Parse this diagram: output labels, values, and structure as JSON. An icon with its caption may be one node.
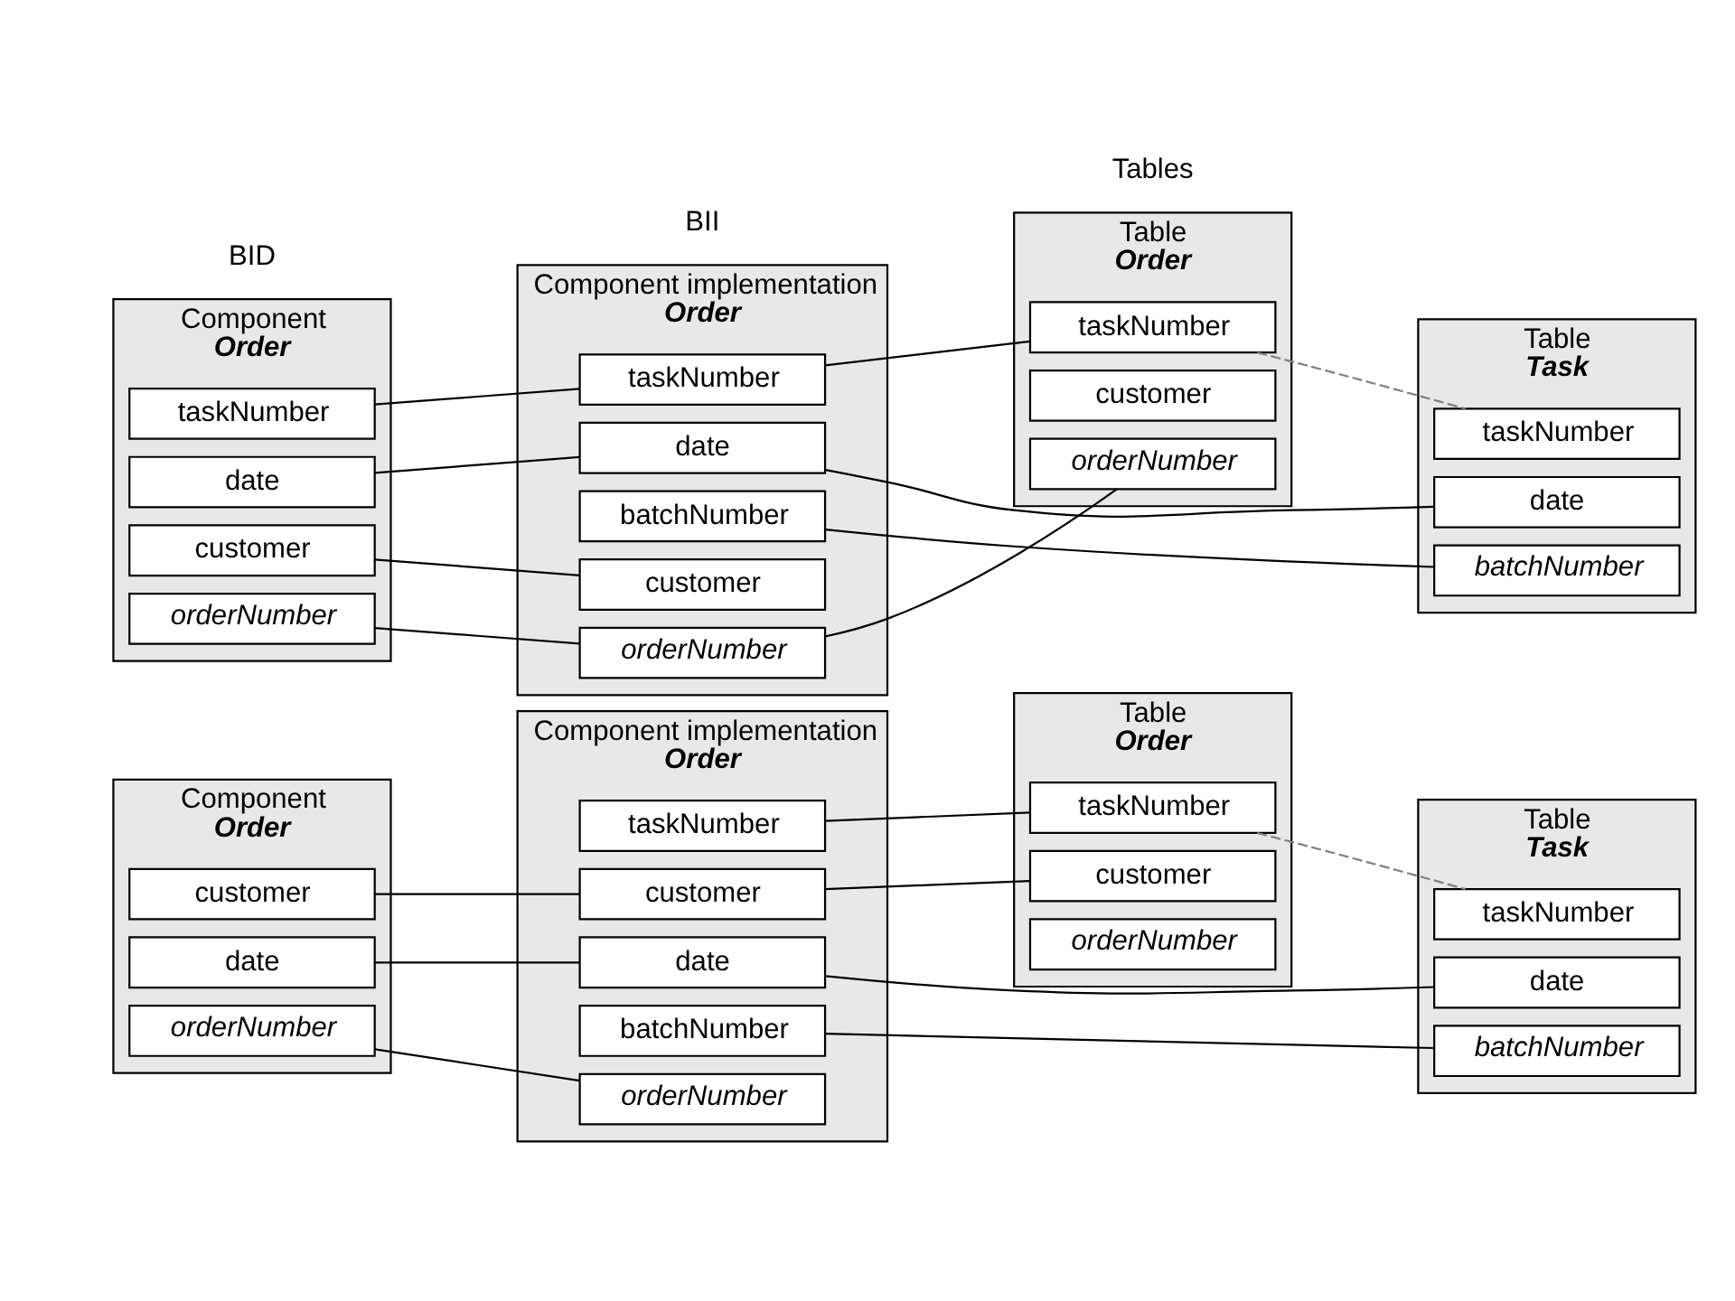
{
  "diagram": {
    "nodes": [
      {
        "text": [
          "Component",
          "Order"
        ]
      },
      {
        "text": [
          "orderNumber"
        ],
        "in": 0
      },
      {
        "text": [
          "customer"
        ],
        "in": 0
      },
      {
        "text": [
          "date"
        ],
        "in": 0
      },
      {
        "text": [
          "Component implementation",
          "Order"
        ]
      },
      {
        "text": [
          "orderNumber"
        ],
        "in": 4
      },
      {
        "text": [
          "customer"
        ],
        "in": 4
      },
      {
        "text": [
          "batchNumber"
        ],
        "in": 4
      },
      {
        "text": [
          "taskNumber"
        ],
        "in": 4
      },
      {
        "text": [
          "date"
        ],
        "in": 4
      },
      {
        "text": [
          "Table",
          "Order"
        ]
      },
      {
        "text": [
          "orderNumber"
        ],
        "in": 10
      },
      {
        "text": [
          "customer"
        ],
        "in": 10
      },
      {
        "text": [
          "taskNumber"
        ],
        "in": 10
      },
      {
        "text": [
          "Table",
          "Task"
        ]
      },
      {
        "text": [
          "batchNumber"
        ],
        "in": 14
      },
      {
        "text": [
          "taskNumber"
        ],
        "in": 14
      },
      {
        "text": [
          "date"
        ],
        "in": 14
      },
      {
        "text": [
          "Component",
          "Order"
        ]
      },
      {
        "text": [
          "orderNumber"
        ],
        "in": 18
      },
      {
        "text": [
          "customer"
        ],
        "in": 18
      },
      {
        "text": [
          "taskNumber"
        ],
        "in": 18
      },
      {
        "text": [
          "date"
        ],
        "in": 18
      },
      {
        "text": [
          "Component implementation",
          "Order"
        ]
      },
      {
        "text": [
          "orderNumber"
        ],
        "in": 23
      },
      {
        "text": [
          "customer"
        ],
        "in": 23
      },
      {
        "text": [
          "batchNumber"
        ],
        "in": 23
      },
      {
        "text": [
          "taskNumber"
        ],
        "in": 23
      },
      {
        "text": [
          "date"
        ],
        "in": 23
      },
      {
        "text": [
          "Table",
          "Order"
        ]
      },
      {
        "text": [
          "orderNumber"
        ],
        "in": 29
      },
      {
        "text": [
          "customer"
        ],
        "in": 29
      },
      {
        "text": [
          "taskNumber"
        ],
        "in": 29
      },
      {
        "text": [
          "Table",
          "Task"
        ]
      },
      {
        "text": [
          "batchNumber"
        ],
        "in": 33
      },
      {
        "text": [
          "taskNumber"
        ],
        "in": 33
      },
      {
        "text": [
          "date"
        ],
        "in": 33
      }
    ],
    "edges": [
      {
        "from": 1,
        "to": 5,
        "arrow": "none"
      },
      {
        "from": 2,
        "to": 6,
        "arrow": "none"
      },
      {
        "from": 6,
        "to": 12,
        "arrow": "none"
      },
      {
        "from": 7,
        "to": 15,
        "arrow": "none"
      },
      {
        "from": 8,
        "to": 13,
        "arrow": "none"
      },
      {
        "from": 13,
        "to": 16,
        "arrow": "none",
        "style": "dashed",
        "color": "#808080"
      },
      {
        "from": 3,
        "to": 9,
        "arrow": "none"
      },
      {
        "from": 9,
        "to": 17,
        "arrow": "none"
      },
      {
        "from": 19,
        "to": 24,
        "arrow": "none"
      },
      {
        "from": 24,
        "to": 30,
        "arrow": "none"
      },
      {
        "from": 20,
        "to": 25,
        "arrow": "none"
      },
      {
        "from": 26,
        "to": 34,
        "arrow": "none"
      },
      {
        "from": 21,
        "to": 27,
        "arrow": "none"
      },
      {
        "from": 27,
        "to": 32,
        "arrow": "none"
      },
      {
        "from": 32,
        "to": 35,
        "arrow": "none",
        "style": "dashed",
        "color": "#808080"
      },
      {
        "from": 22,
        "to": 28,
        "arrow": "none"
      },
      {
        "from": 28,
        "to": 36,
        "arrow": "none"
      }
    ],
    "labels": [
      "BID",
      "BII",
      "Tables"
    ]
  }
}
